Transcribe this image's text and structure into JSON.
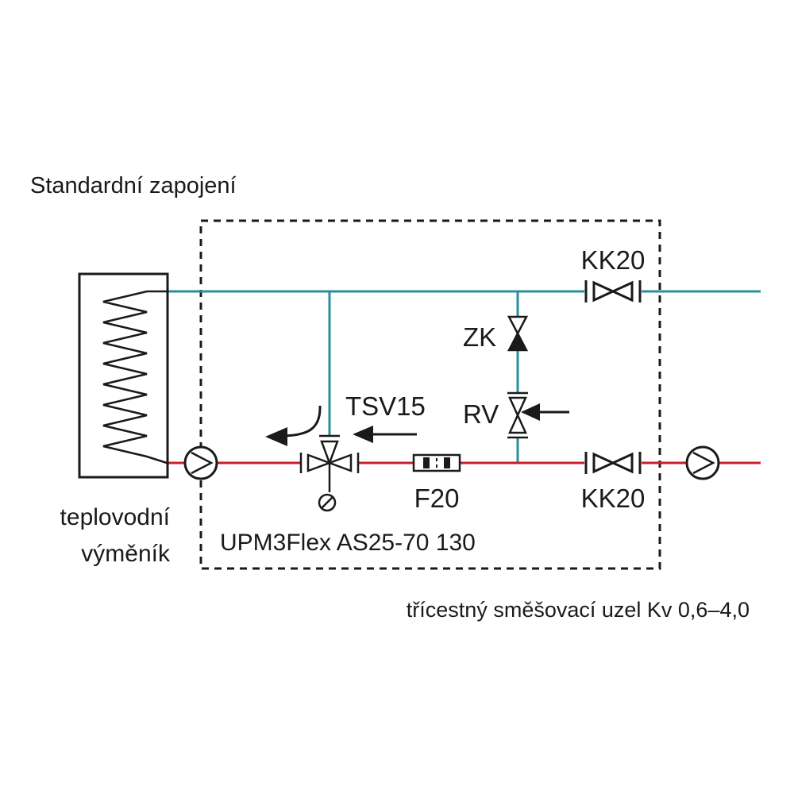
{
  "title": "Standardní zapojení",
  "exchanger_label_line1": "teplovodní",
  "exchanger_label_line2": "výměník",
  "pump_model": "UPM3Flex AS25-70 130",
  "unit_caption": "třícestný směšovací uzel Kv 0,6–4,0",
  "components": {
    "valve_top": "KK20",
    "valve_bottom": "KK20",
    "check_valve": "ZK",
    "regulating_valve": "RV",
    "mixing_valve": "TSV15",
    "filter": "F20"
  },
  "colors": {
    "return_pipe": "#2a8f9a",
    "supply_pipe": "#c8202a",
    "outline": "#1a1a1a"
  },
  "icons": [
    "heat-exchanger-coil-icon",
    "pump-icon",
    "three-way-valve-icon",
    "ball-valve-icon",
    "check-valve-icon",
    "regulating-valve-icon",
    "filter-icon",
    "actuator-icon"
  ]
}
